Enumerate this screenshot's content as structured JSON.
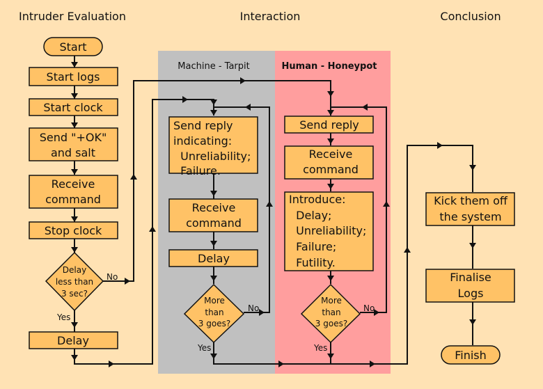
{
  "columns": {
    "intruder": "Intruder Evaluation",
    "interaction": "Interaction",
    "conclusion": "Conclusion"
  },
  "lanes": {
    "machine": "Machine - Tarpit",
    "human": "Human - Honeypot"
  },
  "colors": {
    "background": "#ffe2b4",
    "machine_lane": "#c0c0c0",
    "human_lane": "#ff9e9e",
    "node_fill": "#ffc266",
    "stroke": "#111111"
  },
  "nodes": {
    "start": "Start",
    "start_logs": "Start logs",
    "start_clock": "Start clock",
    "send_ok": [
      "Send \"+OK\"",
      "and salt"
    ],
    "receive_command_1": [
      "Receive",
      "command"
    ],
    "stop_clock": "Stop clock",
    "delay_check": [
      "Delay",
      "less than",
      "3 sec?"
    ],
    "delay_1": "Delay",
    "machine_send_reply": [
      "Send reply",
      "indicating:",
      "  Unreliability;",
      "  Failure."
    ],
    "machine_receive": [
      "Receive",
      "command"
    ],
    "machine_delay": "Delay",
    "machine_check": [
      "More",
      "than",
      "3 goes?"
    ],
    "human_send_reply": "Send reply",
    "human_receive": [
      "Receive",
      "command"
    ],
    "human_introduce": [
      "Introduce:",
      "  Delay;",
      "  Unreliability;",
      "  Failure;",
      "  Futility."
    ],
    "human_check": [
      "More",
      "than",
      "3 goes?"
    ],
    "kick": [
      "Kick them off",
      "the system"
    ],
    "finalise": [
      "Finalise",
      "Logs"
    ],
    "finish": "Finish"
  },
  "edge_labels": {
    "no": "No",
    "yes": "Yes"
  }
}
